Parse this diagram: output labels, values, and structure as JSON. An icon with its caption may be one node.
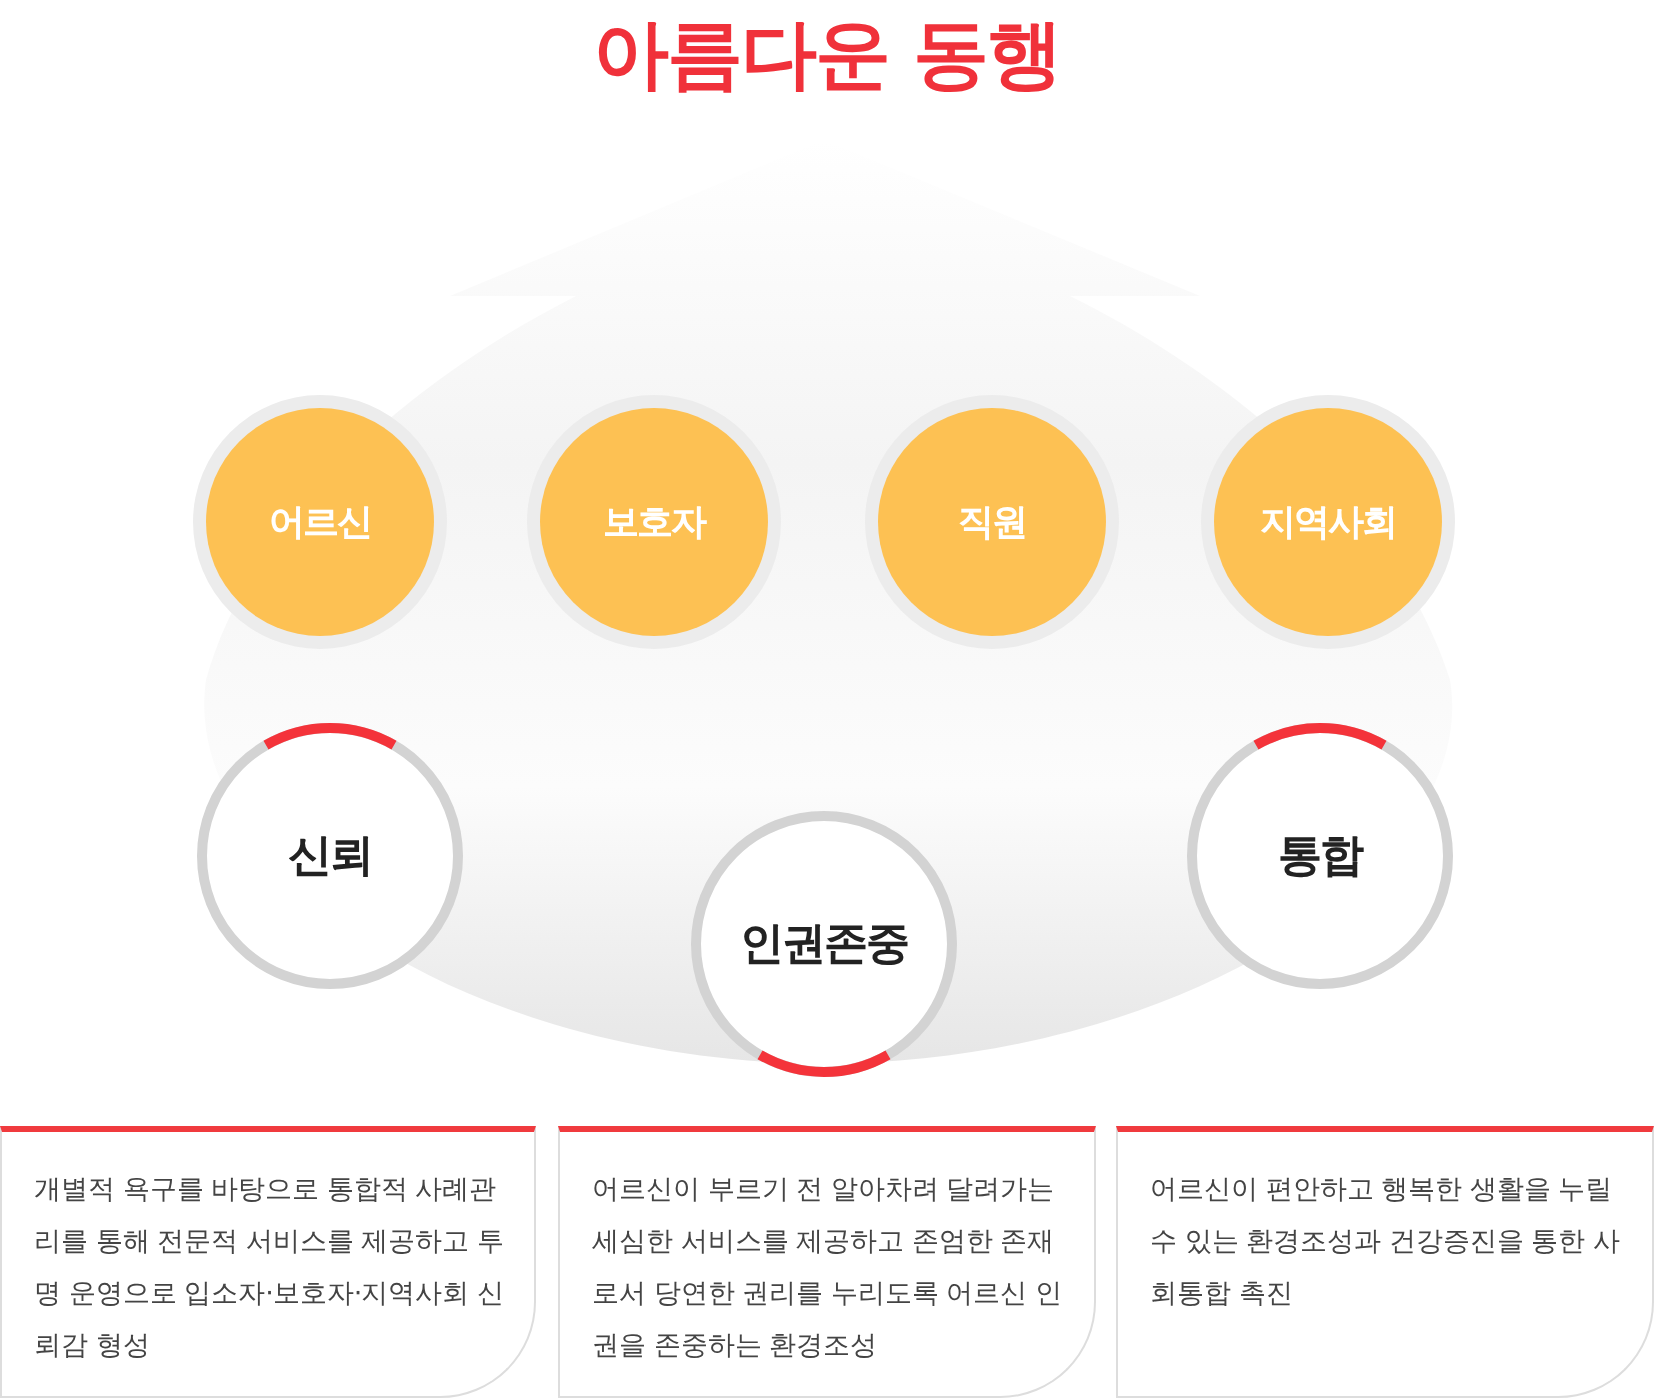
{
  "diagram": {
    "title": "아름다운 동행",
    "nodes": [
      {
        "text": [
          "어르신"
        ]
      },
      {
        "text": [
          "보호자"
        ]
      },
      {
        "text": [
          "직원"
        ]
      },
      {
        "text": [
          "지역사회"
        ]
      },
      {
        "text": [
          "신뢰"
        ]
      },
      {
        "text": [
          "인권존중"
        ]
      },
      {
        "text": [
          "통합"
        ]
      },
      {
        "text": [
          "개별적 욕구를 바탕으로 통합적 사례관리를 통해 전문적 서비스를 제공하고 투명 운영으로 입소자·보호자·지역사회 신뢰감 형성"
        ]
      },
      {
        "text": [
          "어르신이 부르기 전 알아차려 달려가는 세심한 서비스를 제공하고 존엄한 존재로서 당연한 권리를 누리도록 어르신 인권을 존중하는 환경조성"
        ]
      },
      {
        "text": [
          "어르신이 편안하고 행복한 생활을 누릴 수 있는 환경조성과 건강증진을 통한 사회통합 촉진"
        ]
      }
    ]
  }
}
